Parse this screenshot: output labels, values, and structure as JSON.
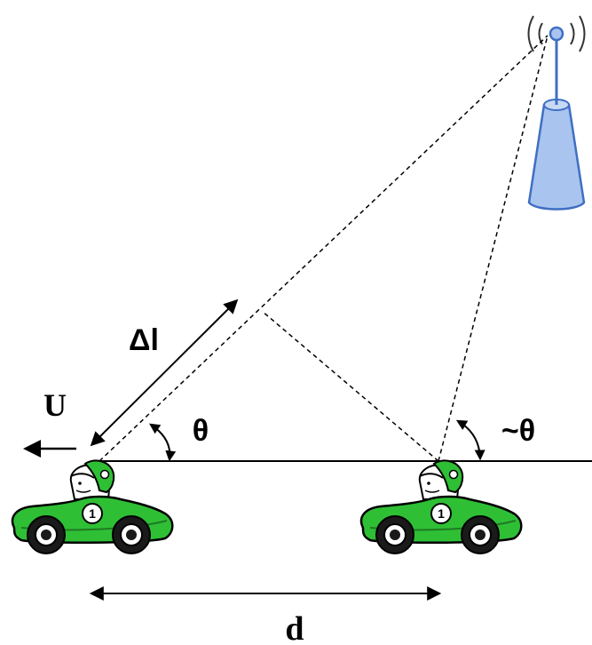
{
  "labels": {
    "path_difference": "Δl",
    "velocity": "U",
    "angle": "θ",
    "angle_approx": "~θ",
    "separation": "d",
    "car_number": "1"
  },
  "colors": {
    "car_body": "#2fbf35",
    "car_dark": "#1f7a23",
    "tire": "#1a1a1a",
    "tower_fill": "#a9c4ee",
    "tower_stroke": "#3f6fc4",
    "line": "#000000"
  },
  "icons": {
    "tower": "radio-tower-icon",
    "car": "race-car-icon"
  }
}
